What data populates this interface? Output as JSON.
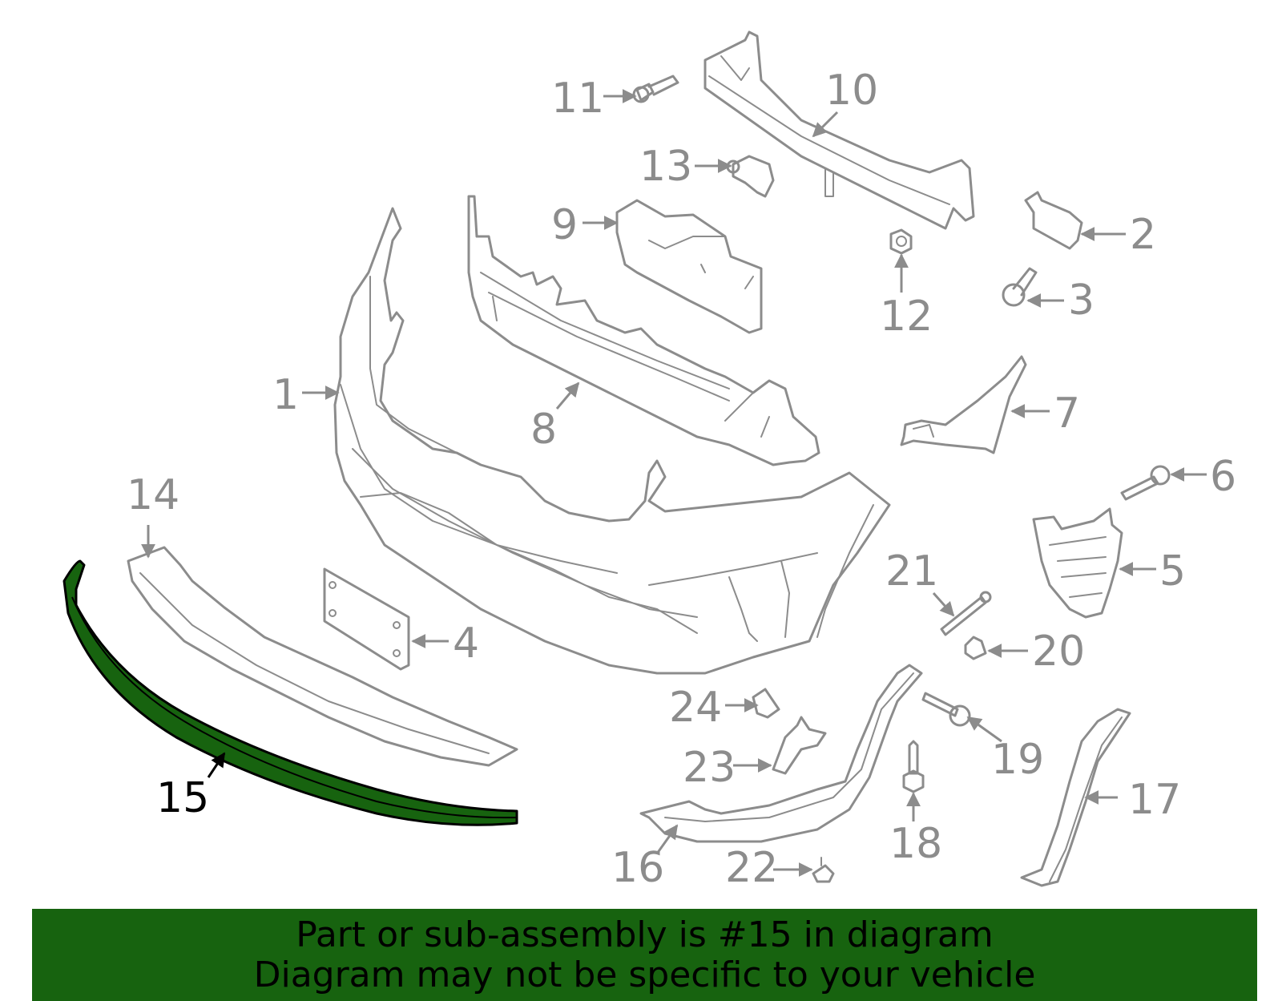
{
  "diagram": {
    "highlighted_part": "15",
    "highlight_color": "#17630f",
    "callouts": [
      "1",
      "2",
      "3",
      "4",
      "5",
      "6",
      "7",
      "8",
      "9",
      "10",
      "11",
      "12",
      "13",
      "14",
      "15",
      "16",
      "17",
      "18",
      "19",
      "20",
      "21",
      "22",
      "23",
      "24"
    ]
  },
  "banner": {
    "line1": "Part or sub-assembly is #15 in diagram",
    "line2": "Diagram may not be specific to your vehicle",
    "background": "#17630f"
  }
}
